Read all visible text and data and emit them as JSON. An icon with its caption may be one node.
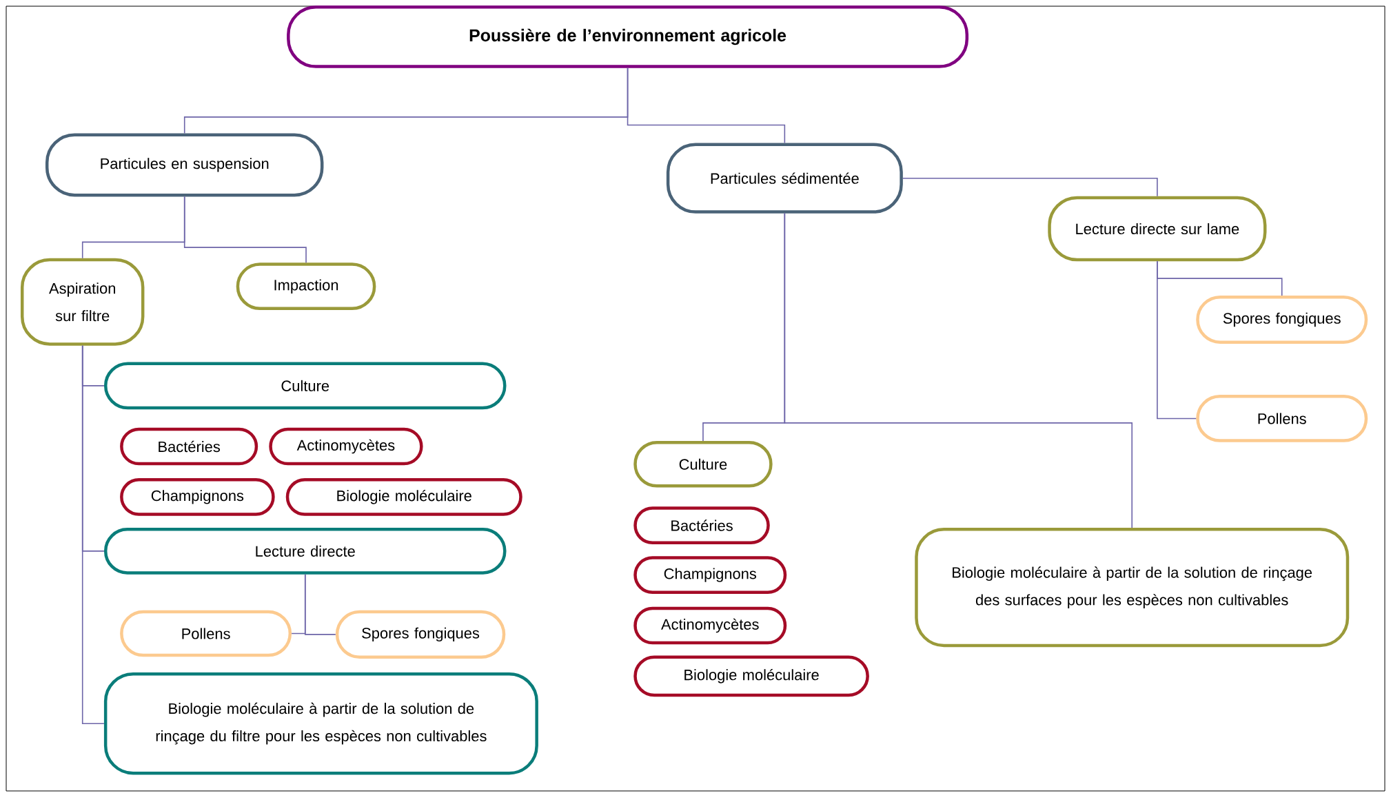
{
  "diagram": {
    "nodes": [
      {
        "text": [
          "Poussière de l’environnement agricole"
        ]
      },
      {
        "text": [
          "Particules en suspension"
        ]
      },
      {
        "text": [
          "Particules sédimentée"
        ]
      },
      {
        "text": [
          "Lecture directe sur lame"
        ]
      },
      {
        "text": [
          "Aspiration sur filtre"
        ]
      },
      {
        "text": [
          "Impaction"
        ]
      },
      {
        "text": [
          "Spores fongiques"
        ]
      },
      {
        "text": [
          "Culture"
        ]
      },
      {
        "text": [
          "Pollens"
        ]
      },
      {
        "text": [
          "Bactéries"
        ]
      },
      {
        "text": [
          "Actinomycètes"
        ]
      },
      {
        "text": [
          "Culture"
        ]
      },
      {
        "text": [
          "Champignons"
        ]
      },
      {
        "text": [
          "Biologie moléculaire"
        ]
      },
      {
        "text": [
          "Bactéries"
        ]
      },
      {
        "text": [
          "Lecture directe"
        ]
      },
      {
        "text": [
          "Biologie moléculaire à partir de la solution de rinçage des surfaces pour les espèces non cultivables"
        ]
      },
      {
        "text": [
          "Champignons"
        ]
      },
      {
        "text": [
          "Actinomycètes"
        ]
      },
      {
        "text": [
          "Pollens"
        ]
      },
      {
        "text": [
          "Spores fongiques"
        ]
      },
      {
        "text": [
          "Biologie moléculaire"
        ]
      },
      {
        "text": [
          "Biologie moléculaire à partir de la solution de rinçage du filtre pour les espèces non cultivables"
        ]
      }
    ],
    "edges": [
      {
        "from": 0,
        "to": 1,
        "arrow": "none"
      },
      {
        "from": 0,
        "to": 2,
        "arrow": "none"
      },
      {
        "from": 2,
        "to": 3,
        "arrow": "none"
      },
      {
        "from": 1,
        "to": 4,
        "arrow": "none"
      },
      {
        "from": 1,
        "to": 5,
        "arrow": "none"
      },
      {
        "from": 3,
        "to": 6,
        "arrow": "none"
      },
      {
        "from": 3,
        "to": 8,
        "arrow": "none"
      },
      {
        "from": 4,
        "to": 7,
        "arrow": "none"
      },
      {
        "from": 4,
        "to": 15,
        "arrow": "none"
      },
      {
        "from": 4,
        "to": 22,
        "arrow": "none"
      },
      {
        "from": 15,
        "to": 19,
        "arrow": "none"
      },
      {
        "from": 15,
        "to": 20,
        "arrow": "none"
      },
      {
        "from": 2,
        "to": 11,
        "arrow": "none"
      },
      {
        "from": 2,
        "to": 16,
        "arrow": "none"
      }
    ]
  }
}
